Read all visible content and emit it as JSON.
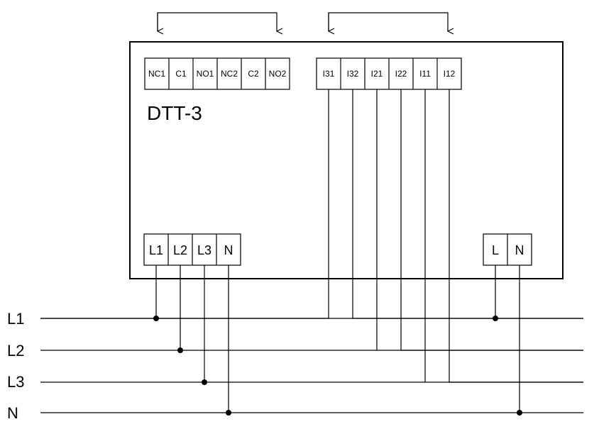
{
  "device": {
    "title": "DTT-3",
    "relay_terminals": [
      "NC1",
      "C1",
      "NO1",
      "NC2",
      "C2",
      "NO2"
    ],
    "ct_terminals": [
      "I31",
      "I32",
      "I21",
      "I22",
      "I11",
      "I12"
    ],
    "voltage_terminals": [
      "L1",
      "L2",
      "L3",
      "N"
    ],
    "supply_terminals": [
      "L",
      "N"
    ]
  },
  "bus_lines": [
    "L1",
    "L2",
    "L3",
    "N"
  ]
}
